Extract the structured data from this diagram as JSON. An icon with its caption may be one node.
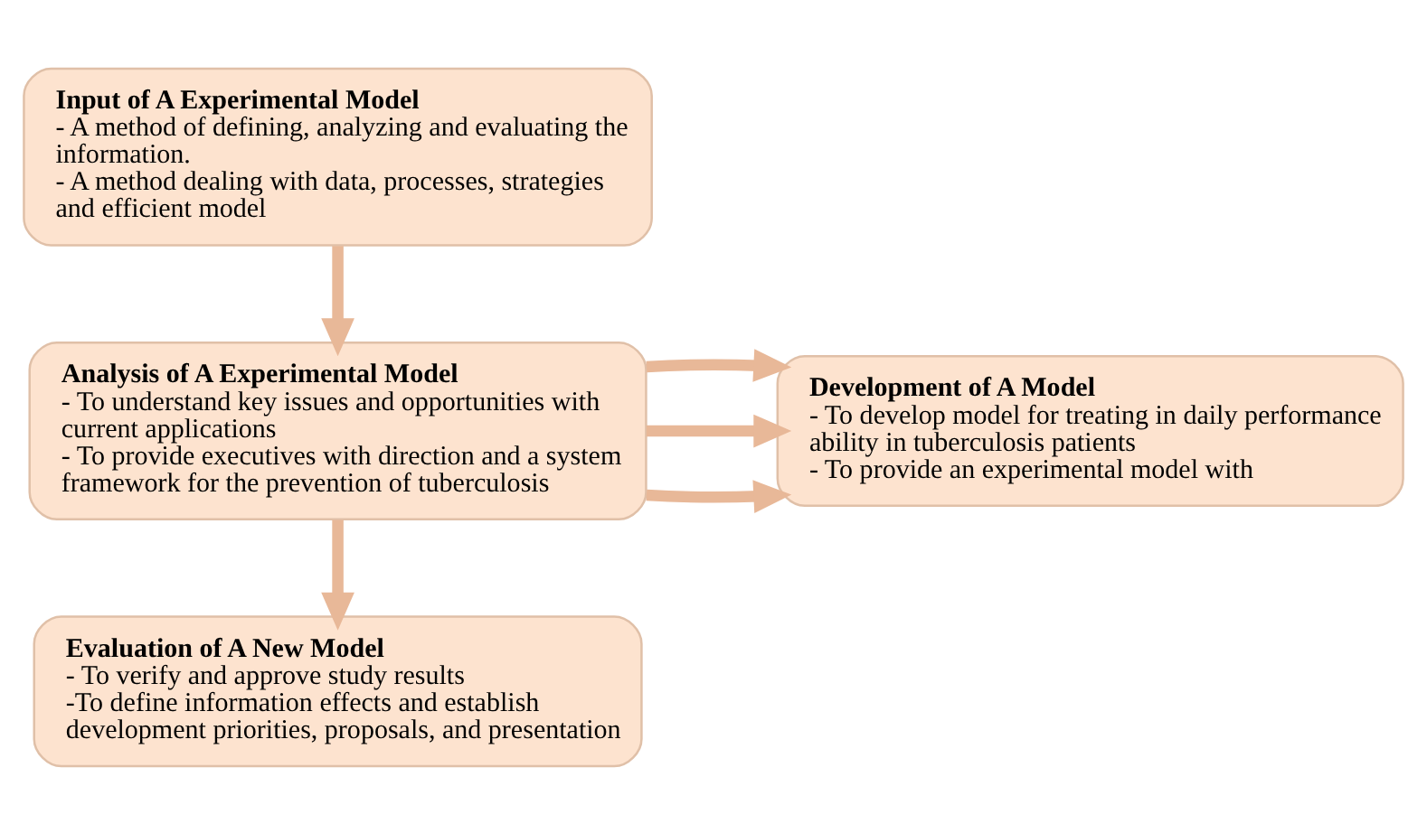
{
  "diagram": {
    "nodes": [
      {
        "text": [
          "Input of A Experimental Model",
          "- A method of defining, analyzing and evaluating the information.",
          "- A method dealing with data, processes, strategies and efficient model"
        ]
      },
      {
        "text": [
          "Analysis of A Experimental Model",
          "- To understand key issues and opportunities with current applications",
          "- To provide executives with direction and a system framework for the prevention of tuberculosis"
        ]
      },
      {
        "text": [
          "Development of A Model",
          "- To develop model for treating in daily performance ability in tuberculosis patients",
          "- To provide an experimental model with"
        ]
      },
      {
        "text": [
          "Evaluation of A New Model",
          "- To verify and approve study results",
          "-To define information effects and establish development priorities, proposals, and presentation"
        ]
      }
    ],
    "edges": [
      {
        "from": 0,
        "to": 1,
        "arrow": "to"
      },
      {
        "from": 1,
        "to": 2,
        "arrow": "to"
      },
      {
        "from": 1,
        "to": 2,
        "arrow": "to"
      },
      {
        "from": 1,
        "to": 2,
        "arrow": "to"
      },
      {
        "from": 1,
        "to": 3,
        "arrow": "to"
      }
    ]
  }
}
